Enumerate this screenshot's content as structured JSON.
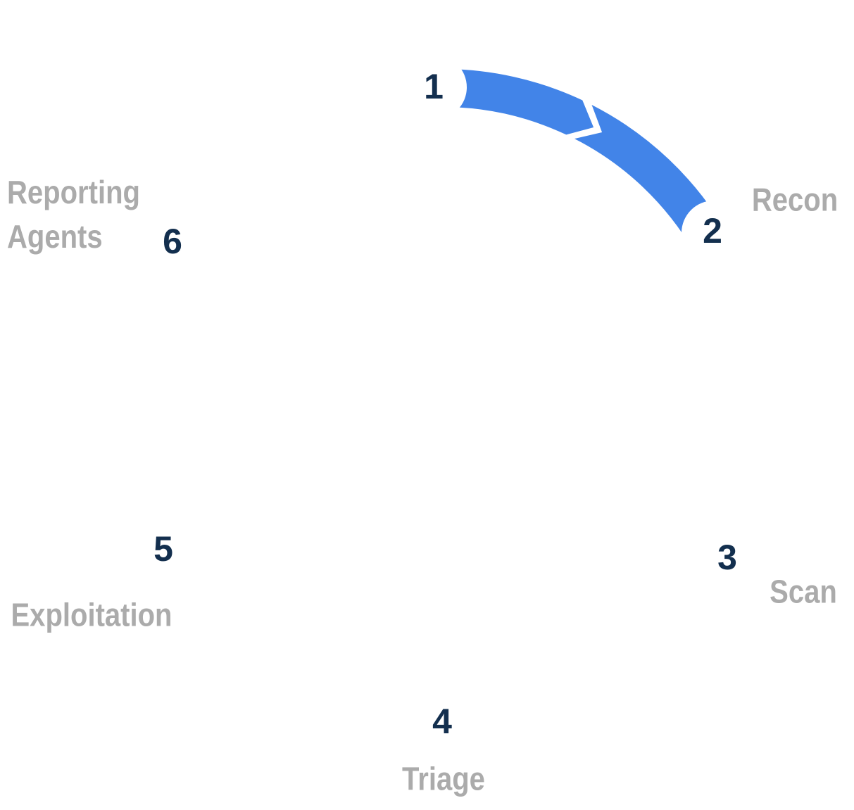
{
  "diagram": {
    "type": "cycle-process",
    "stage_count": 6,
    "stages": [
      {
        "number": "1",
        "label": ""
      },
      {
        "number": "2",
        "label": "Recon"
      },
      {
        "number": "3",
        "label": "Scan"
      },
      {
        "number": "4",
        "label": "Triage"
      },
      {
        "number": "5",
        "label": "Exploitation"
      },
      {
        "number": "6",
        "label": "Reporting Agents",
        "label_line1": "Reporting",
        "label_line2": "Agents"
      }
    ],
    "highlighted_segment": {
      "from_stage": "1",
      "to_stage": "2",
      "direction": "clockwise",
      "style": "arc ribbon with chevron arrow break"
    },
    "colors": {
      "segment_blue": "#4284E8",
      "number_navy": "#132F4E",
      "label_gray": "#ABABAB",
      "background": "#FFFFFF"
    }
  }
}
